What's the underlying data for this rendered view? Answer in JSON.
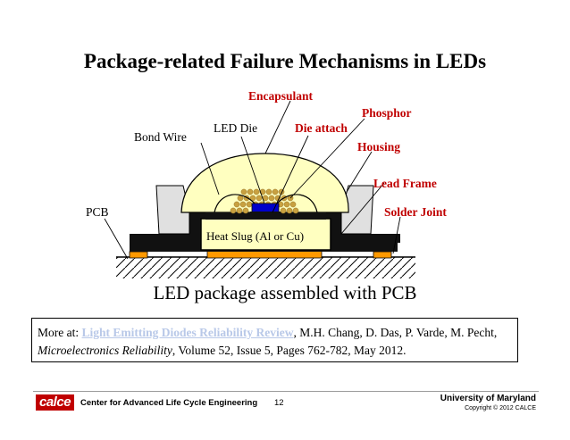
{
  "slide": {
    "title": "Package-related Failure Mechanisms in LEDs",
    "caption": "LED package assembled with PCB"
  },
  "diagram": {
    "labels": {
      "encapsulant": "Encapsulant",
      "phosphor": "Phosphor",
      "led_die": "LED Die",
      "die_attach": "Die attach",
      "bond_wire": "Bond Wire",
      "housing": "Housing",
      "lead_frame": "Lead Frame",
      "pcb": "PCB",
      "solder_joint": "Solder Joint",
      "heat_slug": "Heat Slug (Al or Cu)"
    },
    "colors": {
      "encapsulant": "#ffffc0",
      "phosphor": "#c8a040",
      "led_die": "#0000cc",
      "housing": "#e0e0e0",
      "solder": "#ff9900",
      "label_red": "#c00000"
    }
  },
  "reference": {
    "prefix": "More at: ",
    "link_text": "Light Emitting Diodes Reliability Review",
    "authors": ", M.H. Chang, D. Das, P. Varde, M. Pecht, ",
    "journal": "Microelectronics Reliability",
    "details": ", Volume 52, Issue 5, Pages 762-782, May 2012."
  },
  "footer": {
    "logo": "calce",
    "center_name": "Center for Advanced Life Cycle Engineering",
    "page_number": "12",
    "university": "University of Maryland",
    "copyright": "Copyright © 2012 CALCE"
  }
}
